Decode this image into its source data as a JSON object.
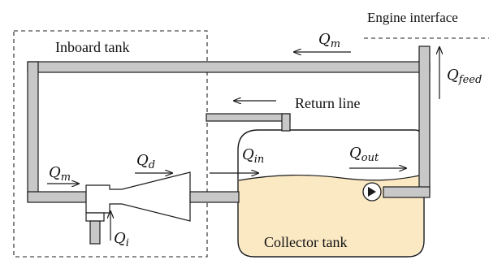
{
  "labels": {
    "engine_interface": "Engine interface",
    "inboard_tank": "Inboard tank",
    "return_line": "Return line",
    "collector_tank": "Collector tank"
  },
  "flows": {
    "qm_top": {
      "base": "Q",
      "sub": "m"
    },
    "qfeed": {
      "base": "Q",
      "sub": "feed"
    },
    "qm_left": {
      "base": "Q",
      "sub": "m"
    },
    "qd": {
      "base": "Q",
      "sub": "d"
    },
    "qin": {
      "base": "Q",
      "sub": "in"
    },
    "qout": {
      "base": "Q",
      "sub": "out"
    },
    "qi": {
      "base": "Q",
      "sub": "i"
    }
  },
  "colors": {
    "pipe_fill": "#c8c8c8",
    "stroke": "#1a1a1a",
    "fuel": "#fbe9c4"
  },
  "icons": {
    "pump": "pump-icon"
  }
}
